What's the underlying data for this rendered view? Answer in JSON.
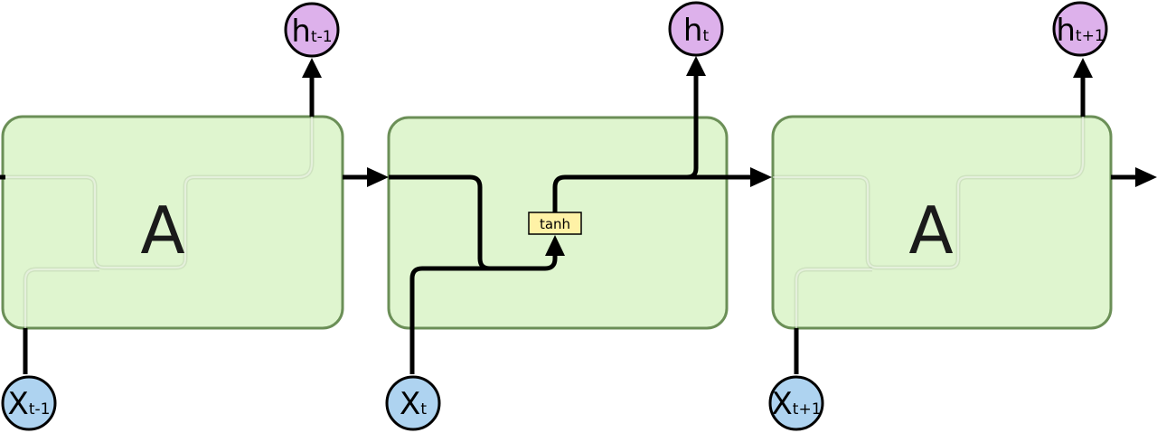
{
  "diagram": {
    "cells": [
      {
        "label": "A"
      },
      {
        "label": ""
      },
      {
        "label": "A"
      }
    ],
    "outputs": [
      {
        "main": "h",
        "sub": "t-1"
      },
      {
        "main": "h",
        "sub": "t"
      },
      {
        "main": "h",
        "sub": "t+1"
      }
    ],
    "inputs": [
      {
        "main": "X",
        "sub": "t-1"
      },
      {
        "main": "X",
        "sub": "t"
      },
      {
        "main": "X",
        "sub": "t+1"
      }
    ],
    "activation": {
      "label": "tanh"
    }
  },
  "colors": {
    "cell_fill": "#dff5cf",
    "cell_border": "#6b8f57",
    "output_node": "#ddb1eb",
    "input_node": "#aed3f0",
    "activation_box": "#fff2a6"
  }
}
